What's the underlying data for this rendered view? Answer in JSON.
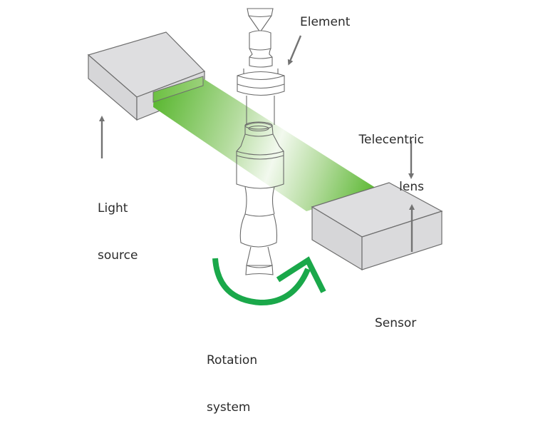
{
  "diagram": {
    "title": "Rotating element measurement with telecentric lens",
    "colors": {
      "box_fill": "#dcdcde",
      "box_stroke": "#6d6d6d",
      "beam_dark": "#5cb833",
      "beam_light": "#d9eecf",
      "arrow_gray": "#737373",
      "rotation_green": "#1aa84a",
      "element_stroke": "#6a6a6a",
      "text": "#2b2b2b"
    },
    "labels": {
      "element": "Element",
      "telecentric_line1": "Telecentric",
      "telecentric_line2": "lens",
      "light_line1": "Light",
      "light_line2": "source",
      "rotation_line1": "Rotation",
      "rotation_line2": "system",
      "sensor": "Sensor"
    },
    "components": [
      {
        "name": "light-source",
        "label": "Light source"
      },
      {
        "name": "element",
        "label": "Element"
      },
      {
        "name": "telecentric-lens",
        "label": "Telecentric lens"
      },
      {
        "name": "sensor",
        "label": "Sensor"
      },
      {
        "name": "rotation-system",
        "label": "Rotation system"
      }
    ]
  }
}
